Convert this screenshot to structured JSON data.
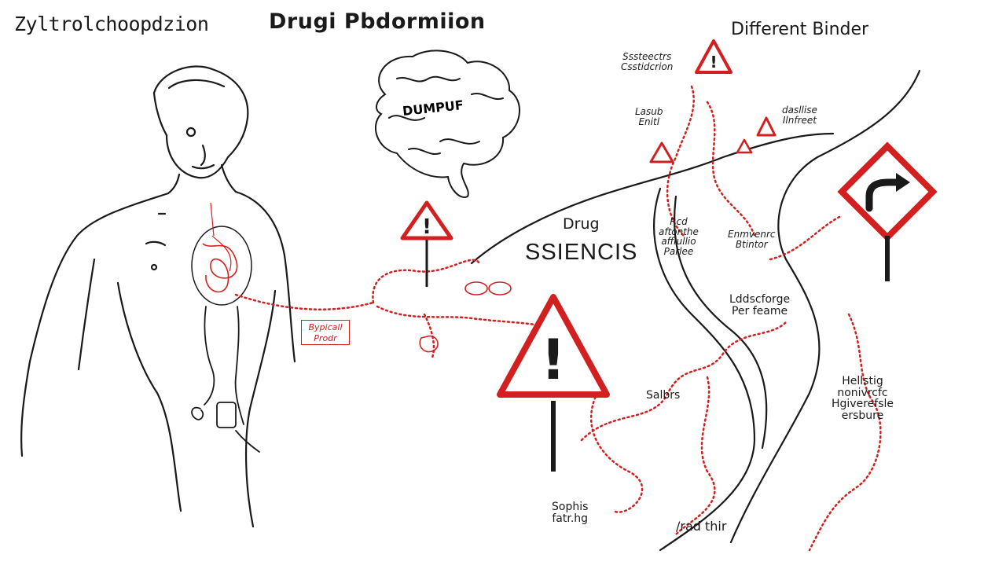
{
  "header": {
    "left_title": "Zyltrolchoopdzion",
    "center_title": "Drugi Pbdormiion",
    "right_title": "Different Binder"
  },
  "brain": {
    "label": "DUMPUF"
  },
  "center": {
    "drug_label": "Drug",
    "ssiencis_label": "SSIENCIS"
  },
  "body": {
    "boxed_note": "Bypicall\nProdr"
  },
  "annotations": {
    "top_warning": "Sssteectrs\nCsstidcrion",
    "lasub": "Lasub\nEnitl",
    "dasllise": "dasllise\nIlnfreet",
    "rcd": "Rcd\naftonthe\nafflullio\nParlee",
    "enmvenrc": "Enmvenrc\nBtintor",
    "lddscforge": "Lddscforge\nPer feame",
    "salbrs": "Salbrs",
    "hellstig": "Hellstig\nnonivrcfc\nHgiverefsle\nersbure",
    "sophis": "Sophis\nfatr.hg",
    "radthir": "/rad thir"
  },
  "colors": {
    "ink": "#1a1a1a",
    "accent": "#d21f1f"
  },
  "icons": [
    "warning-sign-icon",
    "turn-right-sign-icon",
    "brain-icon",
    "pill-icon"
  ]
}
